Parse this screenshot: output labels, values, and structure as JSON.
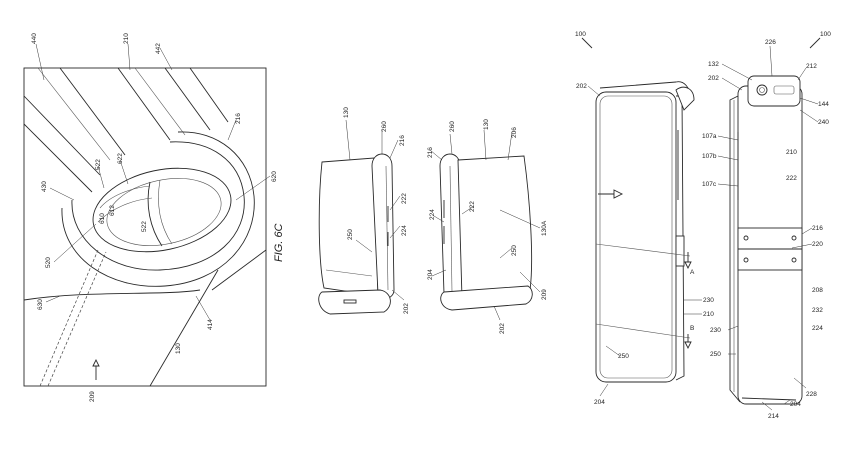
{
  "figure_label": "FIG. 6C",
  "detail_view": {
    "labels": [
      "440",
      "210",
      "442",
      "216",
      "620",
      "522",
      "622",
      "612",
      "610",
      "522",
      "430",
      "520",
      "630",
      "414",
      "130",
      "209"
    ]
  },
  "fold_side_a": {
    "labels": [
      "130",
      "260",
      "216",
      "222",
      "224",
      "250",
      "202"
    ]
  },
  "fold_side_b": {
    "labels": [
      "216",
      "260",
      "130",
      "206",
      "222",
      "224",
      "130A",
      "250",
      "204",
      "209",
      "202"
    ]
  },
  "flat_front": {
    "labels": [
      "100",
      "202",
      "A",
      "230",
      "210",
      "B",
      "250",
      "204"
    ]
  },
  "flat_rear": {
    "labels": [
      "226",
      "100",
      "132",
      "202",
      "212",
      "144",
      "240",
      "107a",
      "107b",
      "210",
      "222",
      "107c",
      "216",
      "220",
      "208",
      "232",
      "230",
      "224",
      "250",
      "228",
      "214",
      "204"
    ]
  }
}
